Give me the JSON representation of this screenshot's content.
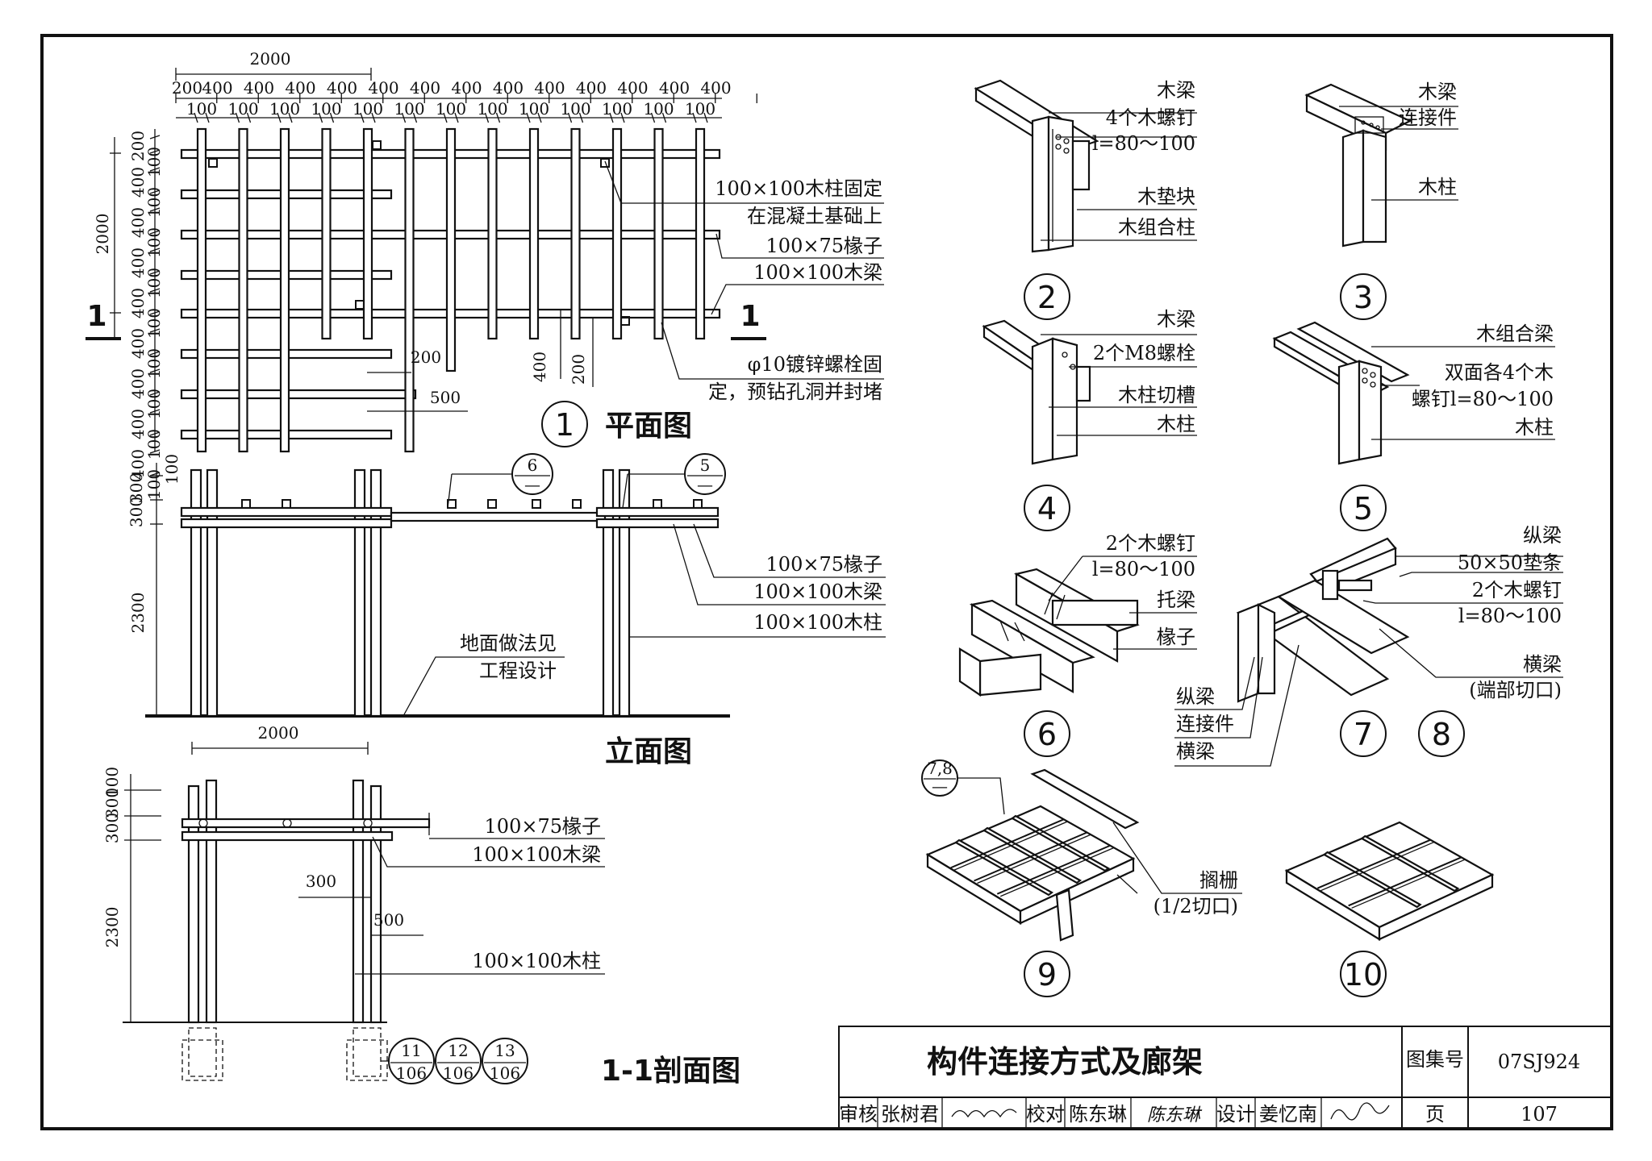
{
  "plan": {
    "dim_total_x": "2000",
    "dims_top": [
      "200",
      "400",
      "400",
      "400",
      "400",
      "400",
      "400",
      "400",
      "400",
      "400",
      "400",
      "400",
      "400",
      "400"
    ],
    "dims_100": [
      "100",
      "100",
      "100",
      "100",
      "100",
      "100",
      "100",
      "100",
      "100",
      "100",
      "100",
      "100",
      "100"
    ],
    "dim_total_y": "2000",
    "dims_left_rows": [
      "200",
      "100",
      "400",
      "100",
      "400",
      "100",
      "400",
      "100",
      "400",
      "100",
      "400",
      "100",
      "400",
      "100",
      "400",
      "100",
      "400",
      "100"
    ],
    "label_column": "100×100木柱固定",
    "label_column2": "在混凝土基础上",
    "label_rafter": "100×75椽子",
    "label_beam": "100×100木梁",
    "label_bolt": "φ10镀锌螺栓固",
    "label_bolt2": "定，预钻孔洞并封堵",
    "dim_200": "200",
    "dim_500": "500",
    "dim_400v": "400",
    "dim_200v": "200",
    "section_mark": "1",
    "drawing_no": "1",
    "title": "平面图"
  },
  "elevation": {
    "dims_left": [
      "300",
      "300",
      "100"
    ],
    "dim_height": "2300",
    "callout_6": "6",
    "callout_5": "5",
    "callout_dash": "—",
    "label_rafter": "100×75椽子",
    "label_beam": "100×100木梁",
    "label_column": "100×100木柱",
    "label_ground1": "地面做法见",
    "label_ground2": "工程设计",
    "title": "立面图"
  },
  "section": {
    "dim_width": "2000",
    "dims_left": [
      "100",
      "300",
      "300"
    ],
    "dim_height": "2300",
    "label_rafter": "100×75椽子",
    "label_beam": "100×100木梁",
    "label_column": "100×100木柱",
    "dim_300": "300",
    "dim_500": "500",
    "refs": [
      {
        "top": "11",
        "bottom": "106"
      },
      {
        "top": "12",
        "bottom": "106"
      },
      {
        "top": "13",
        "bottom": "106"
      }
    ],
    "title": "1-1剖面图"
  },
  "details": {
    "d2": {
      "num": "2",
      "labels": [
        "木梁",
        "4个木螺钉",
        "l=80～100",
        "木垫块",
        "木组合柱"
      ]
    },
    "d3": {
      "num": "3",
      "labels": [
        "木梁",
        "连接件",
        "木柱"
      ]
    },
    "d4": {
      "num": "4",
      "labels": [
        "木梁",
        "2个M8螺栓",
        "木柱切槽",
        "木柱"
      ]
    },
    "d5": {
      "num": "5",
      "labels": [
        "木组合梁",
        "双面各4个木",
        "螺钉l=80～100",
        "木柱"
      ]
    },
    "d6": {
      "num": "6",
      "labels": [
        "2个木螺钉",
        "l=80～100",
        "托梁",
        "椽子"
      ]
    },
    "d7": {
      "num": "7",
      "labels": [
        "纵梁",
        "连接件",
        "横梁"
      ]
    },
    "d8": {
      "num": "8",
      "labels": [
        "纵梁",
        "50×50垫条",
        "2个木螺钉",
        "l=80～100",
        "横梁",
        "(端部切口)"
      ]
    },
    "d9": {
      "num": "9",
      "ref_top": "7,8",
      "ref_bottom": "—",
      "labels": [
        "搁栅",
        "(1/2切口)"
      ]
    },
    "d10": {
      "num": "10"
    }
  },
  "titleblock": {
    "title": "构件连接方式及廊架",
    "atlas_label": "图集号",
    "atlas_no": "07SJ924",
    "review_label": "审核",
    "reviewer": "张树君",
    "check_label": "校对",
    "checker": "陈东琳",
    "design_label": "设计",
    "designer": "姜忆南",
    "page_label": "页",
    "page_no": "107"
  }
}
